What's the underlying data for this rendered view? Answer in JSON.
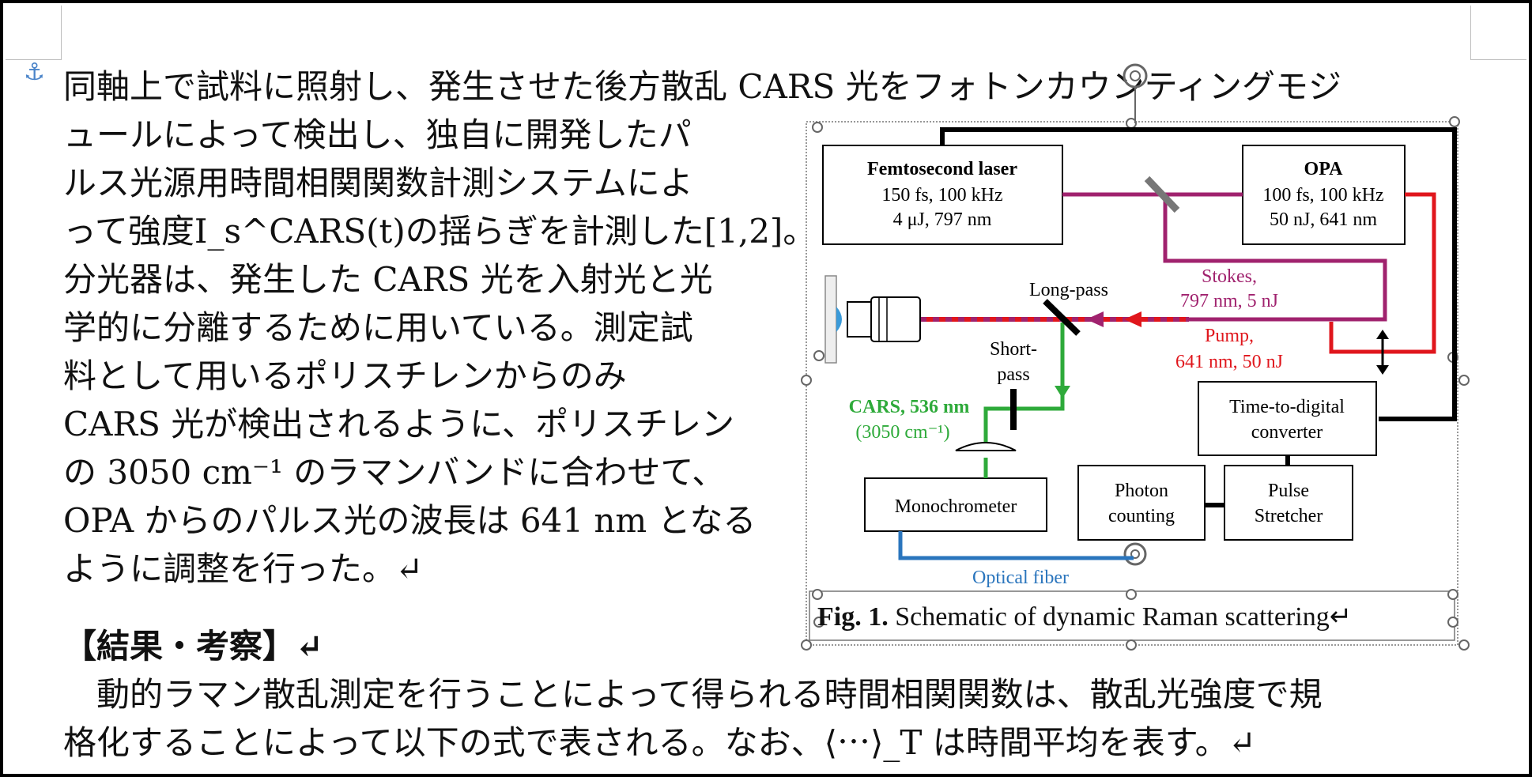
{
  "body_lines": [
    "同軸上で試料に照射し、発生させた後方散乱 CARS 光をフォトンカウンティングモジ",
    "ュールによって検出し、独自に開発したパ",
    "ルス光源用時間相関関数計測システムによ",
    "って強度I_s^CARS(t)の揺らぎを計測した[1,2]。",
    "分光器は、発生した CARS 光を入射光と光",
    "学的に分離するために用いている。測定試",
    "料として用いるポリスチレンからのみ",
    "CARS 光が検出されるように、ポリスチレン",
    "の 3050 cm⁻¹ のラマンバンドに合わせて、",
    "OPA からのパルス光の波長は 641 nm となる",
    "ように調整を行った。↵"
  ],
  "section_heading": "【結果・考察】↵",
  "result_lines": [
    "　動的ラマン散乱測定を行うことによって得られる時間相関関数は、散乱光強度で規",
    "格化することによって以下の式で表される。なお、⟨⋯⟩_T は時間平均を表す。↵"
  ],
  "figure": {
    "laser_title": "Femtosecond laser",
    "laser_line1": "150 fs, 100 kHz",
    "laser_line2": "4 μJ, 797 nm",
    "opa_title": "OPA",
    "opa_line1": "100 fs, 100 kHz",
    "opa_line2": "50 nJ, 641 nm",
    "stokes_line1": "Stokes,",
    "stokes_line2": "797 nm, 5 nJ",
    "pump_line1": "Pump,",
    "pump_line2": "641 nm, 50 nJ",
    "longpass": "Long-pass",
    "shortpass_line1": "Short-",
    "shortpass_line2": "pass",
    "cars_line1": "CARS, 536 nm",
    "cars_line2": "(3050 cm⁻¹)",
    "tdc_line1": "Time-to-digital",
    "tdc_line2": "converter",
    "mono": "Monochrometer",
    "photon_line1": "Photon",
    "photon_line2": "counting",
    "pulse_line1": "Pulse",
    "pulse_line2": "Stretcher",
    "fiber": "Optical fiber",
    "colors": {
      "stokes": "#a0226e",
      "pump": "#e0161c",
      "cars": "#2eaa3a",
      "fiber": "#2a75bd",
      "black": "#000000"
    }
  },
  "caption": {
    "label": "Fig. 1.",
    "text": " Schematic of dynamic Raman scattering↵"
  }
}
